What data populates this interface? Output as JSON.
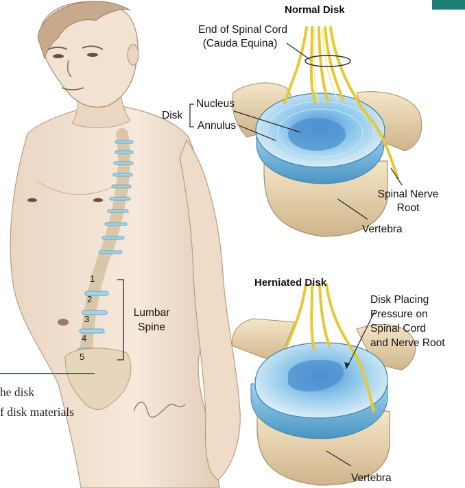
{
  "normal_disk": {
    "title": "Normal Disk",
    "end_of_spinal_cord_line1": "End of Spinal Cord",
    "end_of_spinal_cord_line2": "(Cauda Equina)",
    "disk": "Disk",
    "nucleus": "Nucleus",
    "annulus": "Annulus",
    "spinal_nerve_root_line1": "Spinal Nerve",
    "spinal_nerve_root_line2": "Root",
    "vertebra": "Vertebra"
  },
  "herniated_disk": {
    "title": "Herniated Disk",
    "pressure_line1": "Disk Placing",
    "pressure_line2": "Pressure on",
    "pressure_line3": "Spinal Cord",
    "pressure_line4": "and Nerve Root",
    "vertebra": "Vertebra"
  },
  "figure": {
    "lumbar_line1": "Lumbar",
    "lumbar_line2": "Spine",
    "vertebra_numbers": [
      "1",
      "2",
      "3",
      "4",
      "5"
    ]
  },
  "caption": {
    "line1": "he disk",
    "line2": "f disk materials"
  },
  "colors": {
    "accent": "#1d7f74",
    "skin": "#f0ddc8",
    "bone": "#e9d4ab",
    "disk_blue": "#7fbfe0",
    "nerve_yellow": "#ecd84a"
  }
}
